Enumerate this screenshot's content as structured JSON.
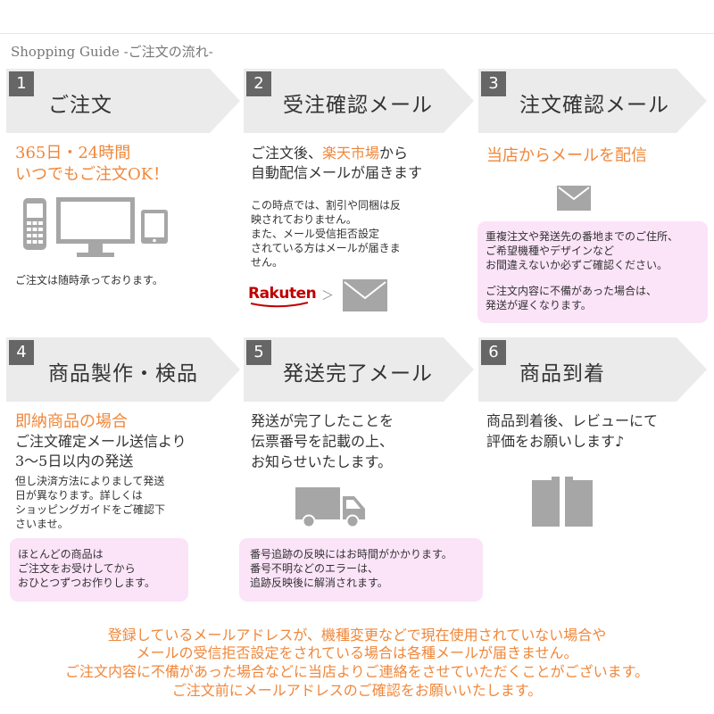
{
  "header": {
    "title": "Shopping Guide -ご注文の流れ-"
  },
  "steps": [
    {
      "number": "1",
      "title": "ご注文"
    },
    {
      "number": "2",
      "title": "受注確認メール"
    },
    {
      "number": "3",
      "title": "注文確認メール"
    },
    {
      "number": "4",
      "title": "商品製作・検品"
    },
    {
      "number": "5",
      "title": "発送完了メール"
    },
    {
      "number": "6",
      "title": "商品到着"
    }
  ],
  "step1": {
    "highlight": [
      "365日・24時間",
      "いつでもご注文OK！"
    ],
    "note": "ご注文は随時承っております。",
    "icons": [
      "mobile-phone-icon",
      "desktop-monitor-icon",
      "tablet-icon"
    ]
  },
  "step2": {
    "lead_prefix": "ご注文後、",
    "lead_highlight": "楽天市場",
    "lead_suffix": "から",
    "lead_line2": "自動配信メールが届きます",
    "note": [
      "この時点では、割引や同梱は反",
      "映されておりません。",
      "また、メール受信拒否設定",
      "されている方はメールが届きま",
      "せん。"
    ],
    "logo": "Rakuten",
    "arrow": "＞",
    "icons": [
      "rakuten-logo",
      "envelope-icon"
    ]
  },
  "step3": {
    "highlight": "当店からメールを配信",
    "box": [
      "重複注文や発送先の番地までのご住所、",
      "ご希望機種やデザインなど",
      "お間違えないか必ずご確認ください。",
      "",
      "ご注文内容に不備があった場合は、",
      "発送が遅くなります。"
    ],
    "icons": [
      "envelope-icon"
    ]
  },
  "step4": {
    "highlight": "即納商品の場合",
    "lines": [
      "ご注文確定メール送信より",
      "3〜5日以内の発送"
    ],
    "note": [
      "但し決済方法によりまして発送",
      "日が異なります。詳しくは",
      "ショッピングガイドをご確認下",
      "さいませ。"
    ],
    "box": [
      "ほとんどの商品は",
      "ご注文をお受けしてから",
      "おひとつずつお作りします。"
    ]
  },
  "step5": {
    "lines": [
      "発送が完了したことを",
      "伝票番号を記載の上、",
      "お知らせいたします。"
    ],
    "box": [
      "番号追跡の反映にはお時間がかかります。",
      "番号不明などのエラーは、",
      "追跡反映後に解消されます。"
    ],
    "icons": [
      "delivery-truck-icon"
    ]
  },
  "step6": {
    "lines": [
      "商品到着後、レビューにて",
      "評価をお願いします♪"
    ],
    "icons": [
      "package-box-icon"
    ]
  },
  "footer_notice": [
    "登録しているメールアドレスが、機種変更などで現在使用されていない場合や",
    "メールの受信拒否設定をされている場合は各種メールが届きません。",
    "ご注文内容に不備があった場合などに当店よりご連絡をさせていただくことがございます。",
    "ご注文前にメールアドレスのご確認をお願いいたします。"
  ],
  "colors": {
    "accent": "#f0873a",
    "arrow_bg": "#ebebeb",
    "number_bg": "#666666",
    "icon_gray": "#a6a6a6",
    "pink_box": "#fbe3f8",
    "rakuten_red": "#bf0000"
  }
}
